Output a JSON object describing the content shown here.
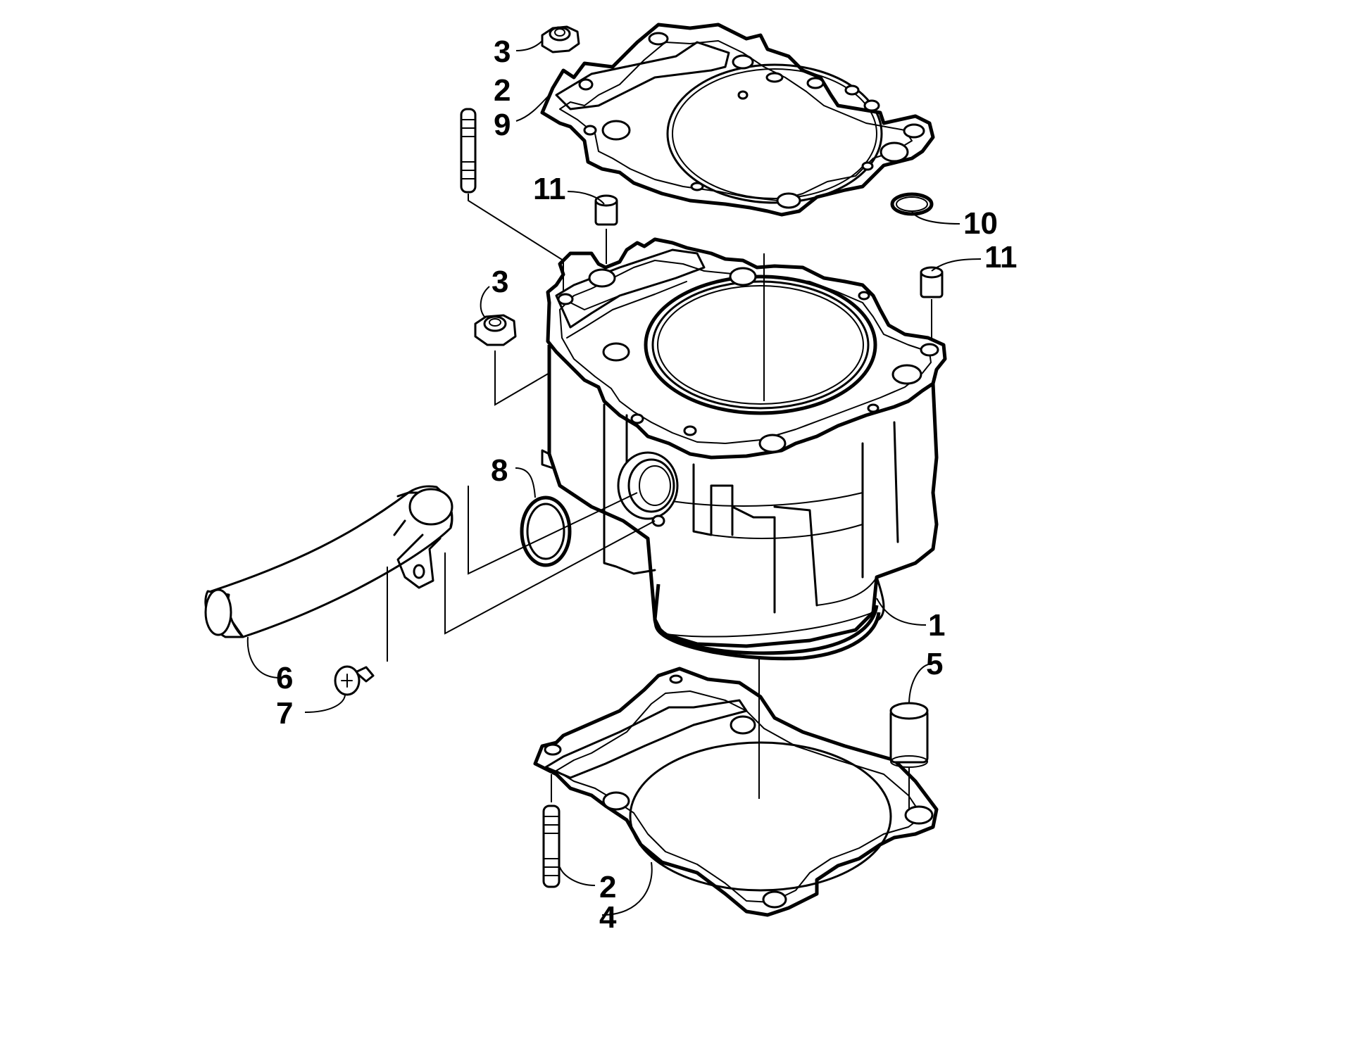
{
  "callouts": {
    "c3_top": "3",
    "c2_top": "2",
    "c9": "9",
    "c11_left": "11",
    "c10": "10",
    "c11_right": "11",
    "c3_mid": "3",
    "c8": "8",
    "c1": "1",
    "c5": "5",
    "c6": "6",
    "c7": "7",
    "c2_bottom": "2",
    "c4": "4"
  }
}
